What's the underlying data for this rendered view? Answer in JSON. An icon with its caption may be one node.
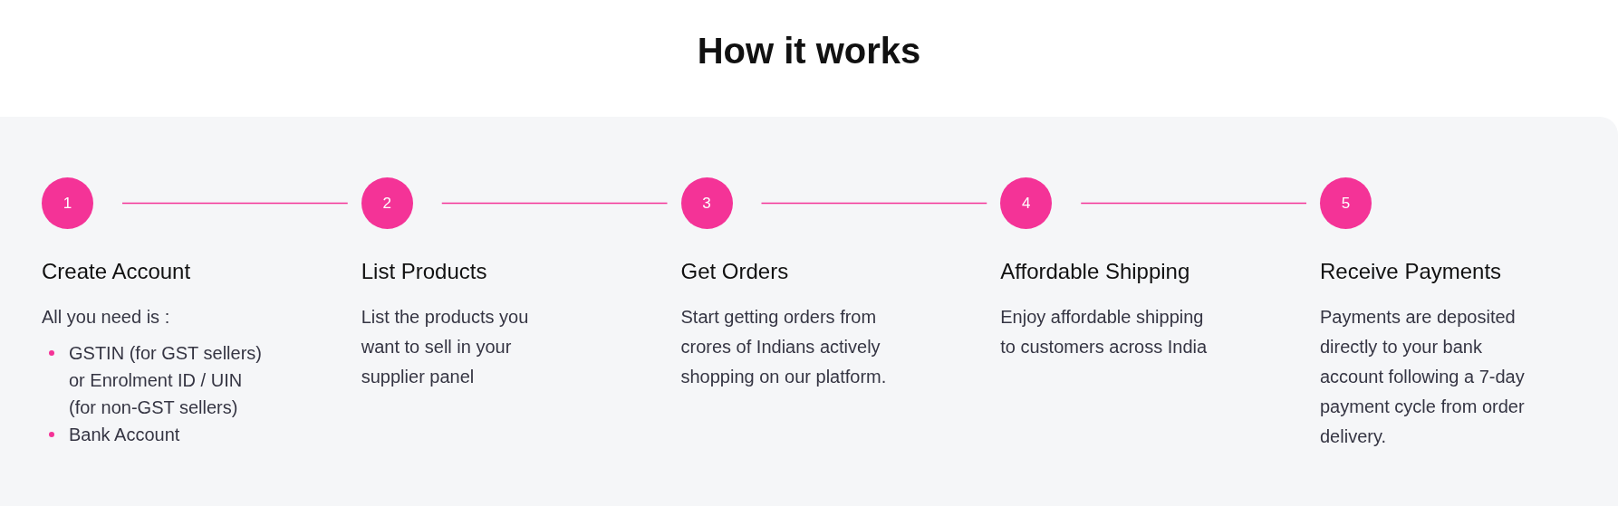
{
  "diagram": {
    "title": "How it works",
    "nodes": [
      {
        "text": [
          "1"
        ],
        "beside": [
          "Create Account",
          "All you need is :",
          "GSTIN (for GST sellers) or Enrolment ID / UIN (for non-GST sellers)",
          "Bank Account"
        ]
      },
      {
        "text": [
          "2"
        ],
        "beside": [
          "List Products",
          "List the products you want to sell in your supplier panel"
        ]
      },
      {
        "text": [
          "3"
        ],
        "beside": [
          "Get Orders",
          "Start getting orders from crores of Indians actively shopping on our platform."
        ]
      },
      {
        "text": [
          "4"
        ],
        "beside": [
          "Affordable Shipping",
          "Enjoy affordable shipping to customers across India"
        ]
      },
      {
        "text": [
          "5"
        ],
        "beside": [
          "Receive Payments",
          "Payments are deposited directly to your bank account following a 7-day payment cycle from order delivery."
        ]
      }
    ],
    "edges": [
      {
        "from": 0,
        "to": 1,
        "arrow": "none"
      },
      {
        "from": 1,
        "to": 2,
        "arrow": "none"
      },
      {
        "from": 2,
        "to": 3,
        "arrow": "none"
      },
      {
        "from": 3,
        "to": 4,
        "arrow": "none"
      }
    ]
  }
}
